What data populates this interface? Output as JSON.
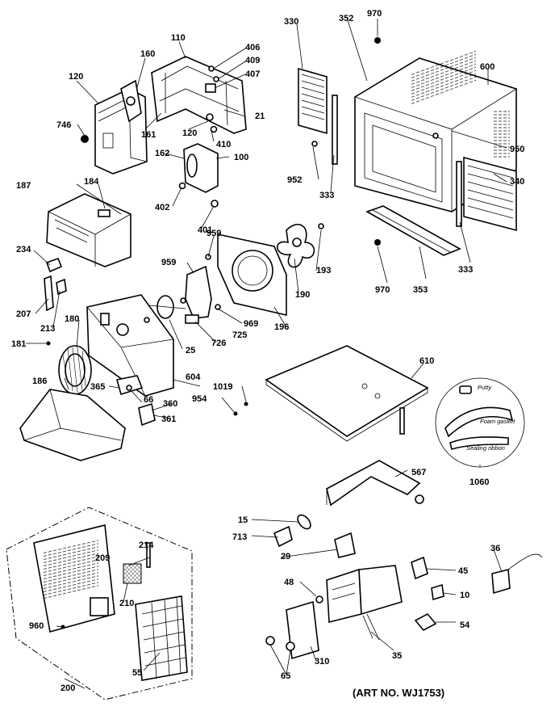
{
  "diagram": {
    "art_no": "(ART NO. WJ1753)",
    "labels": {
      "l120": "120",
      "l160": "160",
      "l110": "110",
      "l406": "406",
      "l409": "409",
      "l407": "407",
      "l21": "21",
      "l161": "161",
      "l20": "120",
      "l410": "410",
      "l746": "746",
      "l162": "162",
      "l100": "100",
      "l402": "402",
      "l401": "401",
      "l330": "330",
      "l352": "352",
      "l970a": "970",
      "l600": "600",
      "l950": "950",
      "l952": "952",
      "l333a": "333",
      "l340": "340",
      "l333b": "333",
      "l970b": "970",
      "l353": "353",
      "l187": "187",
      "l184": "184",
      "l234": "234",
      "l207": "207",
      "l213": "213",
      "l181": "181",
      "l180": "180",
      "l959a": "959",
      "l959b": "959",
      "l193": "193",
      "l190": "190",
      "l969": "969",
      "l196": "196",
      "l726": "726",
      "l725": "725",
      "l25": "25",
      "l604": "604",
      "l365": "365",
      "l66": "66",
      "l360": "360",
      "l361": "361",
      "l186": "186",
      "l1019": "1019",
      "l954": "954",
      "l610": "610",
      "l1060": "1060",
      "l567": "567",
      "l15": "15",
      "l713": "713",
      "l29": "29",
      "l214": "214",
      "l209": "209",
      "l210": "210",
      "l960": "960",
      "l55": "55",
      "l200": "200",
      "l48": "48",
      "l45": "45",
      "l10": "10",
      "l54": "54",
      "l36": "36",
      "l35": "35",
      "l65": "65",
      "l310": "310"
    },
    "kit_text": {
      "putty": "Putty",
      "foam_gasket": "Foam gasket",
      "sealing_ribbon": "Sealing ribbon"
    }
  }
}
